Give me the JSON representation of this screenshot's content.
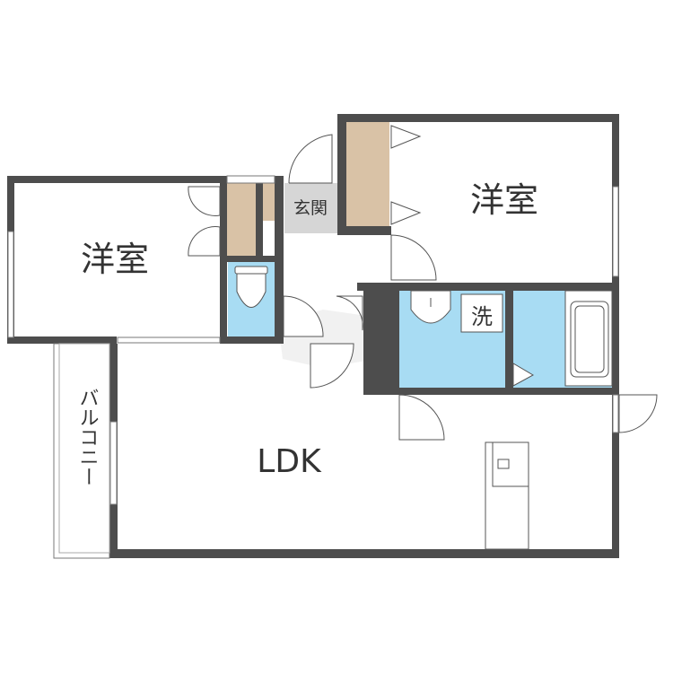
{
  "rooms": {
    "western_room_left": "洋室",
    "western_room_right": "洋室",
    "entrance": "玄関",
    "washroom": "洗",
    "ldk": "LDK",
    "balcony": "バルコニー"
  },
  "colors": {
    "wall": "#4d4d4d",
    "closet": "#d9c2a6",
    "wet_area": "#a8dcf3",
    "entrance_floor": "#d6d6d6",
    "fixture": "#ffffff"
  }
}
